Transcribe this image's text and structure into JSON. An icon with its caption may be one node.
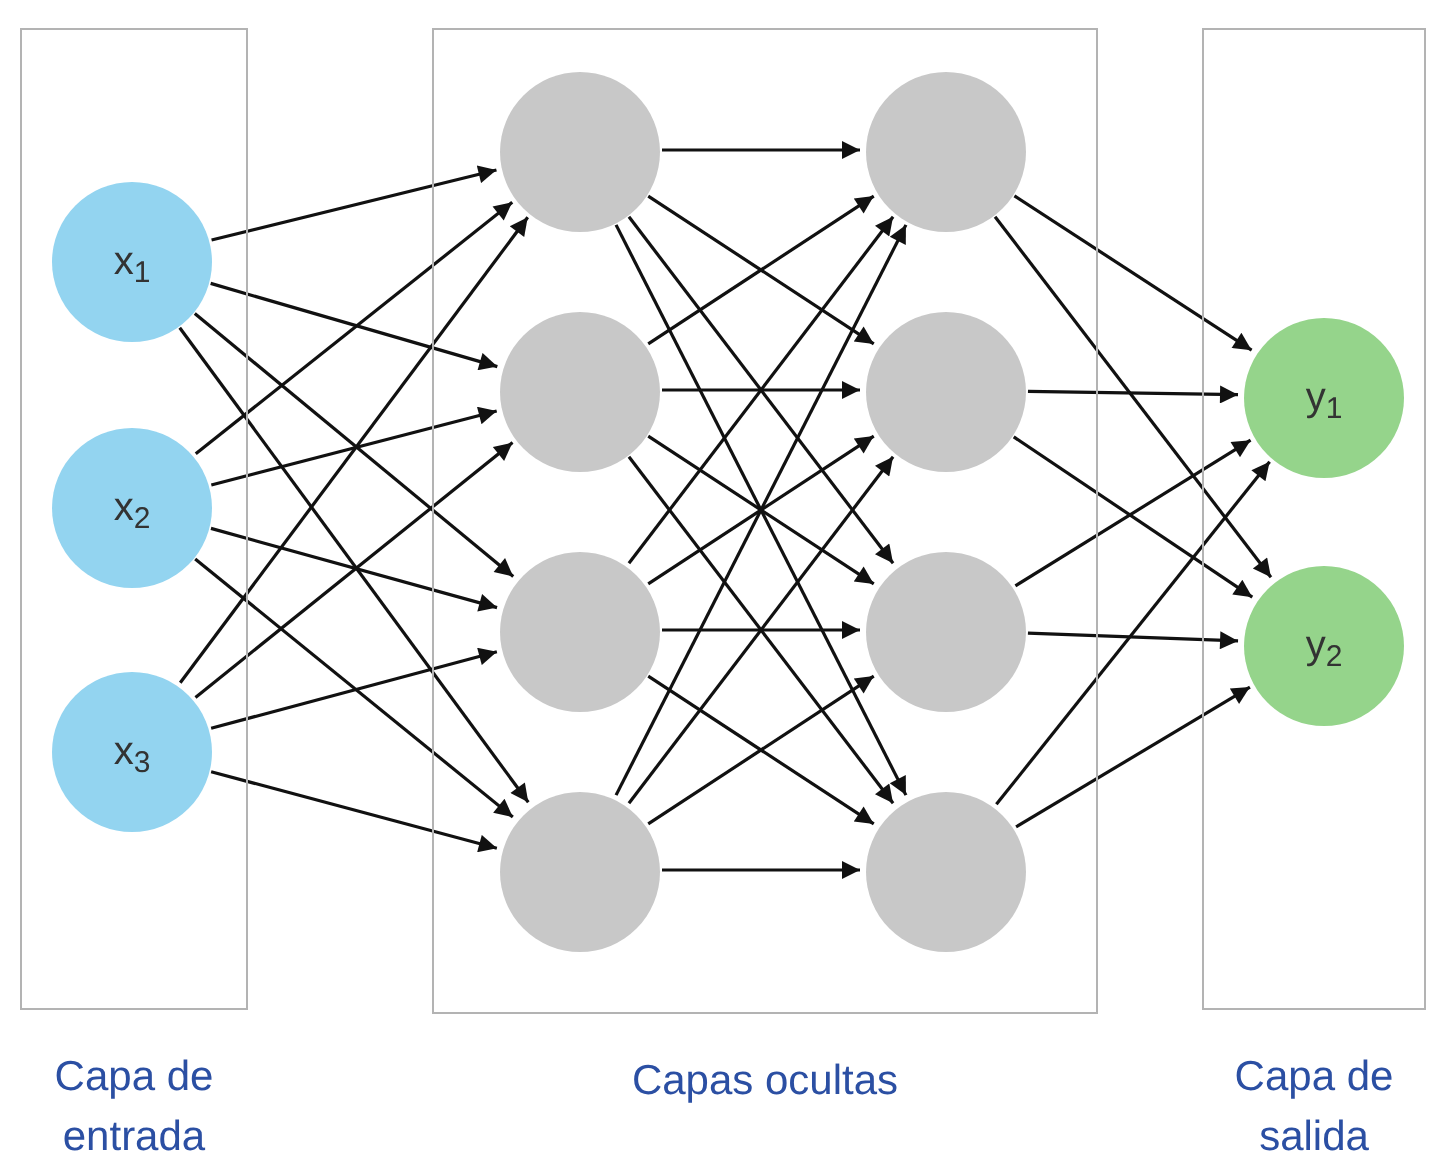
{
  "diagram": {
    "nodes": [
      {
        "text": [
          "Capa de entrada"
        ]
      },
      {
        "text": [
          "x$_{1}$"
        ],
        "in": 0
      },
      {
        "text": [
          "x$_{2}$"
        ],
        "in": 0
      },
      {
        "text": [
          "x$_{3}$"
        ],
        "in": 0
      },
      {
        "text": [
          "Capas ocultas"
        ]
      },
      {
        "text": [],
        "shape": "circle",
        "in": 4
      },
      {
        "text": [],
        "shape": "circle",
        "in": 4
      },
      {
        "text": [],
        "shape": "circle",
        "in": 4
      },
      {
        "text": [],
        "shape": "circle",
        "in": 4
      },
      {
        "text": [],
        "shape": "circle",
        "in": 4
      },
      {
        "text": [],
        "shape": "circle",
        "in": 4
      },
      {
        "text": [],
        "shape": "circle",
        "in": 4
      },
      {
        "text": [],
        "shape": "circle",
        "in": 4
      },
      {
        "text": [
          "Capa de salida"
        ]
      },
      {
        "text": [
          "y$_{1}$"
        ],
        "in": 13
      },
      {
        "text": [
          "y$_{2}$"
        ],
        "in": 13
      }
    ],
    "edges": [
      {
        "from": 1,
        "to": 5,
        "arrow": "to"
      },
      {
        "from": 1,
        "to": 6,
        "arrow": "to"
      },
      {
        "from": 1,
        "to": 7,
        "arrow": "to"
      },
      {
        "from": 1,
        "to": 8,
        "arrow": "to"
      },
      {
        "from": 2,
        "to": 5,
        "arrow": "to"
      },
      {
        "from": 2,
        "to": 6,
        "arrow": "to"
      },
      {
        "from": 2,
        "to": 7,
        "arrow": "to"
      },
      {
        "from": 2,
        "to": 8,
        "arrow": "to"
      },
      {
        "from": 3,
        "to": 5,
        "arrow": "to"
      },
      {
        "from": 3,
        "to": 6,
        "arrow": "to"
      },
      {
        "from": 3,
        "to": 7,
        "arrow": "to"
      },
      {
        "from": 3,
        "to": 8,
        "arrow": "to"
      },
      {
        "from": 5,
        "to": 9,
        "arrow": "to"
      },
      {
        "from": 5,
        "to": 10,
        "arrow": "to"
      },
      {
        "from": 5,
        "to": 11,
        "arrow": "to"
      },
      {
        "from": 5,
        "to": 12,
        "arrow": "to"
      },
      {
        "from": 6,
        "to": 9,
        "arrow": "to"
      },
      {
        "from": 6,
        "to": 10,
        "arrow": "to"
      },
      {
        "from": 6,
        "to": 11,
        "arrow": "to"
      },
      {
        "from": 6,
        "to": 12,
        "arrow": "to"
      },
      {
        "from": 7,
        "to": 9,
        "arrow": "to"
      },
      {
        "from": 7,
        "to": 10,
        "arrow": "to"
      },
      {
        "from": 7,
        "to": 11,
        "arrow": "to"
      },
      {
        "from": 7,
        "to": 12,
        "arrow": "to"
      },
      {
        "from": 8,
        "to": 9,
        "arrow": "to"
      },
      {
        "from": 8,
        "to": 10,
        "arrow": "to"
      },
      {
        "from": 8,
        "to": 11,
        "arrow": "to"
      },
      {
        "from": 8,
        "to": 12,
        "arrow": "to"
      },
      {
        "from": 9,
        "to": 14,
        "arrow": "to"
      },
      {
        "from": 9,
        "to": 15,
        "arrow": "to"
      },
      {
        "from": 10,
        "to": 14,
        "arrow": "to"
      },
      {
        "from": 10,
        "to": 15,
        "arrow": "to"
      },
      {
        "from": 11,
        "to": 14,
        "arrow": "to"
      },
      {
        "from": 11,
        "to": 15,
        "arrow": "to"
      },
      {
        "from": 12,
        "to": 14,
        "arrow": "to"
      },
      {
        "from": 12,
        "to": 15,
        "arrow": "to"
      }
    ]
  }
}
